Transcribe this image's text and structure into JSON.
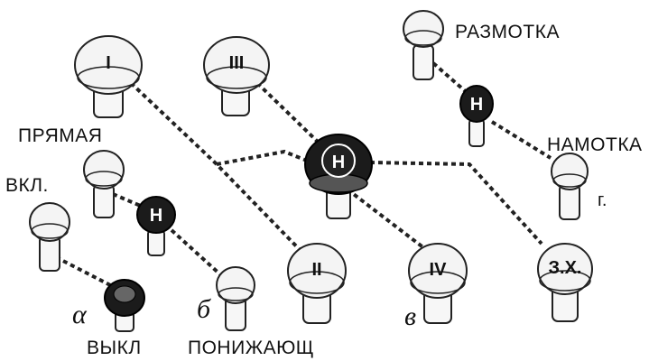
{
  "labels": {
    "razmotka": "РАЗМОТКА",
    "namotka": "НАМОТКА",
    "pryamaya": "ПРЯМАЯ",
    "vkl": "ВКЛ.",
    "vykl": "ВЫКЛ",
    "ponizhayushch": "ПОНИЖАЮЩ"
  },
  "markers": {
    "a": "α",
    "b": "б",
    "v": "в",
    "g": "г."
  },
  "knob_text": {
    "I": "I",
    "II": "II",
    "III": "III",
    "IV": "IV",
    "zx": "З.Х.",
    "h": "Н"
  }
}
